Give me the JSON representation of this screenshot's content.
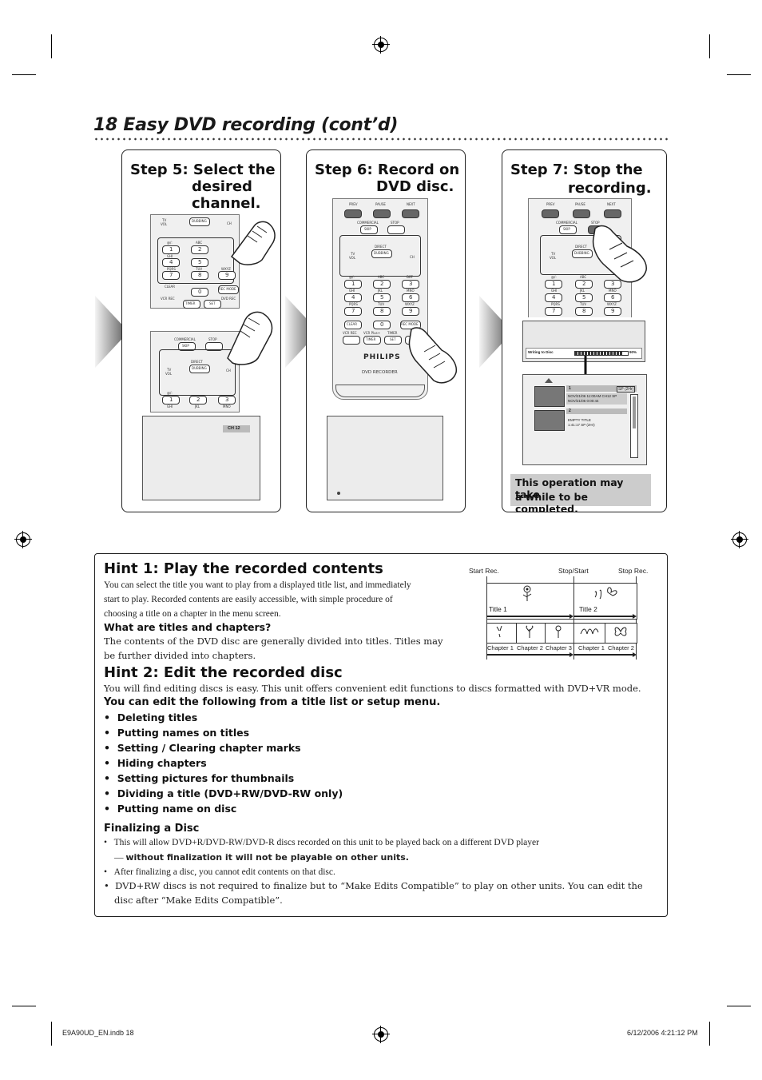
{
  "page": {
    "title": "18  Easy DVD recording (cont’d)"
  },
  "steps": [
    {
      "title_line1": "Step 5: Select the",
      "title_line2": "desired",
      "title_line3": "channel.",
      "screen_text": "CH  12"
    },
    {
      "title_line1": "Step 6: Record on",
      "title_line2": "DVD disc.",
      "brand": "PHILIPS",
      "model": "DVD RECORDER"
    },
    {
      "title_line1": "Step 7: Stop the",
      "title_line2": "recording.",
      "progress_label": "Writing to Disc",
      "progress_value": "90%",
      "progress_fraction": 0.9,
      "list": {
        "item1_no": "1",
        "item1_mode": "SP (2Hr)",
        "item1_line1": "NOV/21/06  11:00AM CH12  SP",
        "item1_line2": "NOV/21/06    0:00:44",
        "item2_no": "2",
        "item2_line1": "EMPTY TITLE",
        "item2_line2": "1:41:17   SP (2Hr)"
      },
      "note_line1": "This operation may take",
      "note_line2": "a while to be completed."
    }
  ],
  "remote_labels": {
    "prev": "PREV",
    "pause": "PAUSE",
    "next": "NEXT",
    "commercial": "COMMERCIAL",
    "skip": "SKIP",
    "stop": "STOP",
    "direct": "DIRECT",
    "dubbing": "DUBBING",
    "tv": "TV",
    "vol": "VOL",
    "ch": "CH",
    "at": "@/:",
    "abc": "ABC",
    "def": "DEF",
    "ghi": "GHI",
    "jkl": "JKL",
    "mno": "MNO",
    "pqrs": "PQRS",
    "tuv": "TUV",
    "wxyz": "WXYZ",
    "clear": "CLEAR",
    "rec_mode": "REC MODE",
    "vcr_rec": "VCR REC",
    "vcr_plus": "VCR Plus+",
    "timer": "TIMER",
    "set": "SET",
    "dvd_rec": "DVD REC",
    "k1": "1",
    "k2": "2",
    "k3": "3",
    "k4": "4",
    "k5": "5",
    "k6": "6",
    "k7": "7",
    "k8": "8",
    "k9": "9",
    "k0": "0"
  },
  "hint1": {
    "heading": "Hint 1: Play the recorded contents",
    "para_line1": "You can select the title you want to play from a displayed title list, and immediately",
    "para_line2": "start to play. Recorded contents are easily accessible, with simple procedure of",
    "para_line3": "choosing a title on a chapter in the menu screen.",
    "subheading": "What are titles and chapters?",
    "para2_line1": "The contents of the DVD disc are generally divided into titles. Titles may",
    "para2_line2": "be further divided into chapters.",
    "diagram": {
      "start_label": "Start Rec.",
      "stopstart_label": "Stop/Start",
      "stop_label": "Stop Rec.",
      "title1": "Title 1",
      "title2": "Title 2",
      "chapters": [
        "Chapter 1",
        "Chapter 2",
        "Chapter 3",
        "Chapter 1",
        "Chapter 2"
      ]
    }
  },
  "hint2": {
    "heading": "Hint 2: Edit the recorded disc",
    "para": "You will find editing discs is easy. This unit offers convenient edit functions to discs formatted with DVD+VR mode.",
    "subheading": "You can edit the following from a title list or setup menu.",
    "bullets": [
      "Deleting titles",
      "Putting names on titles",
      "Setting / Clearing chapter marks",
      "Hiding chapters",
      "Setting pictures for thumbnails",
      "Dividing a title (DVD+RW/DVD-RW only)",
      "Putting name on disc"
    ],
    "finalizing_heading": "Finalizing a Disc",
    "fin1_line1": "This will allow DVD+R/DVD-RW/DVD-R discs recorded on this unit to be played back on a different DVD player",
    "fin1_line2_prefix": "— ",
    "fin1_line2_bold": "without finalization it will not be playable on other units.",
    "fin2": "After finalizing a disc, you cannot edit contents on that disc.",
    "fin3_line1": "DVD+RW discs is not required to finalize but to “Make Edits Compatible” to play on other units. You can edit the",
    "fin3_line2": "disc after “Make Edits Compatible”."
  },
  "footer": {
    "file": "E9A90UD_EN.indb   18",
    "date": "6/12/2006    4:21:12 PM"
  }
}
